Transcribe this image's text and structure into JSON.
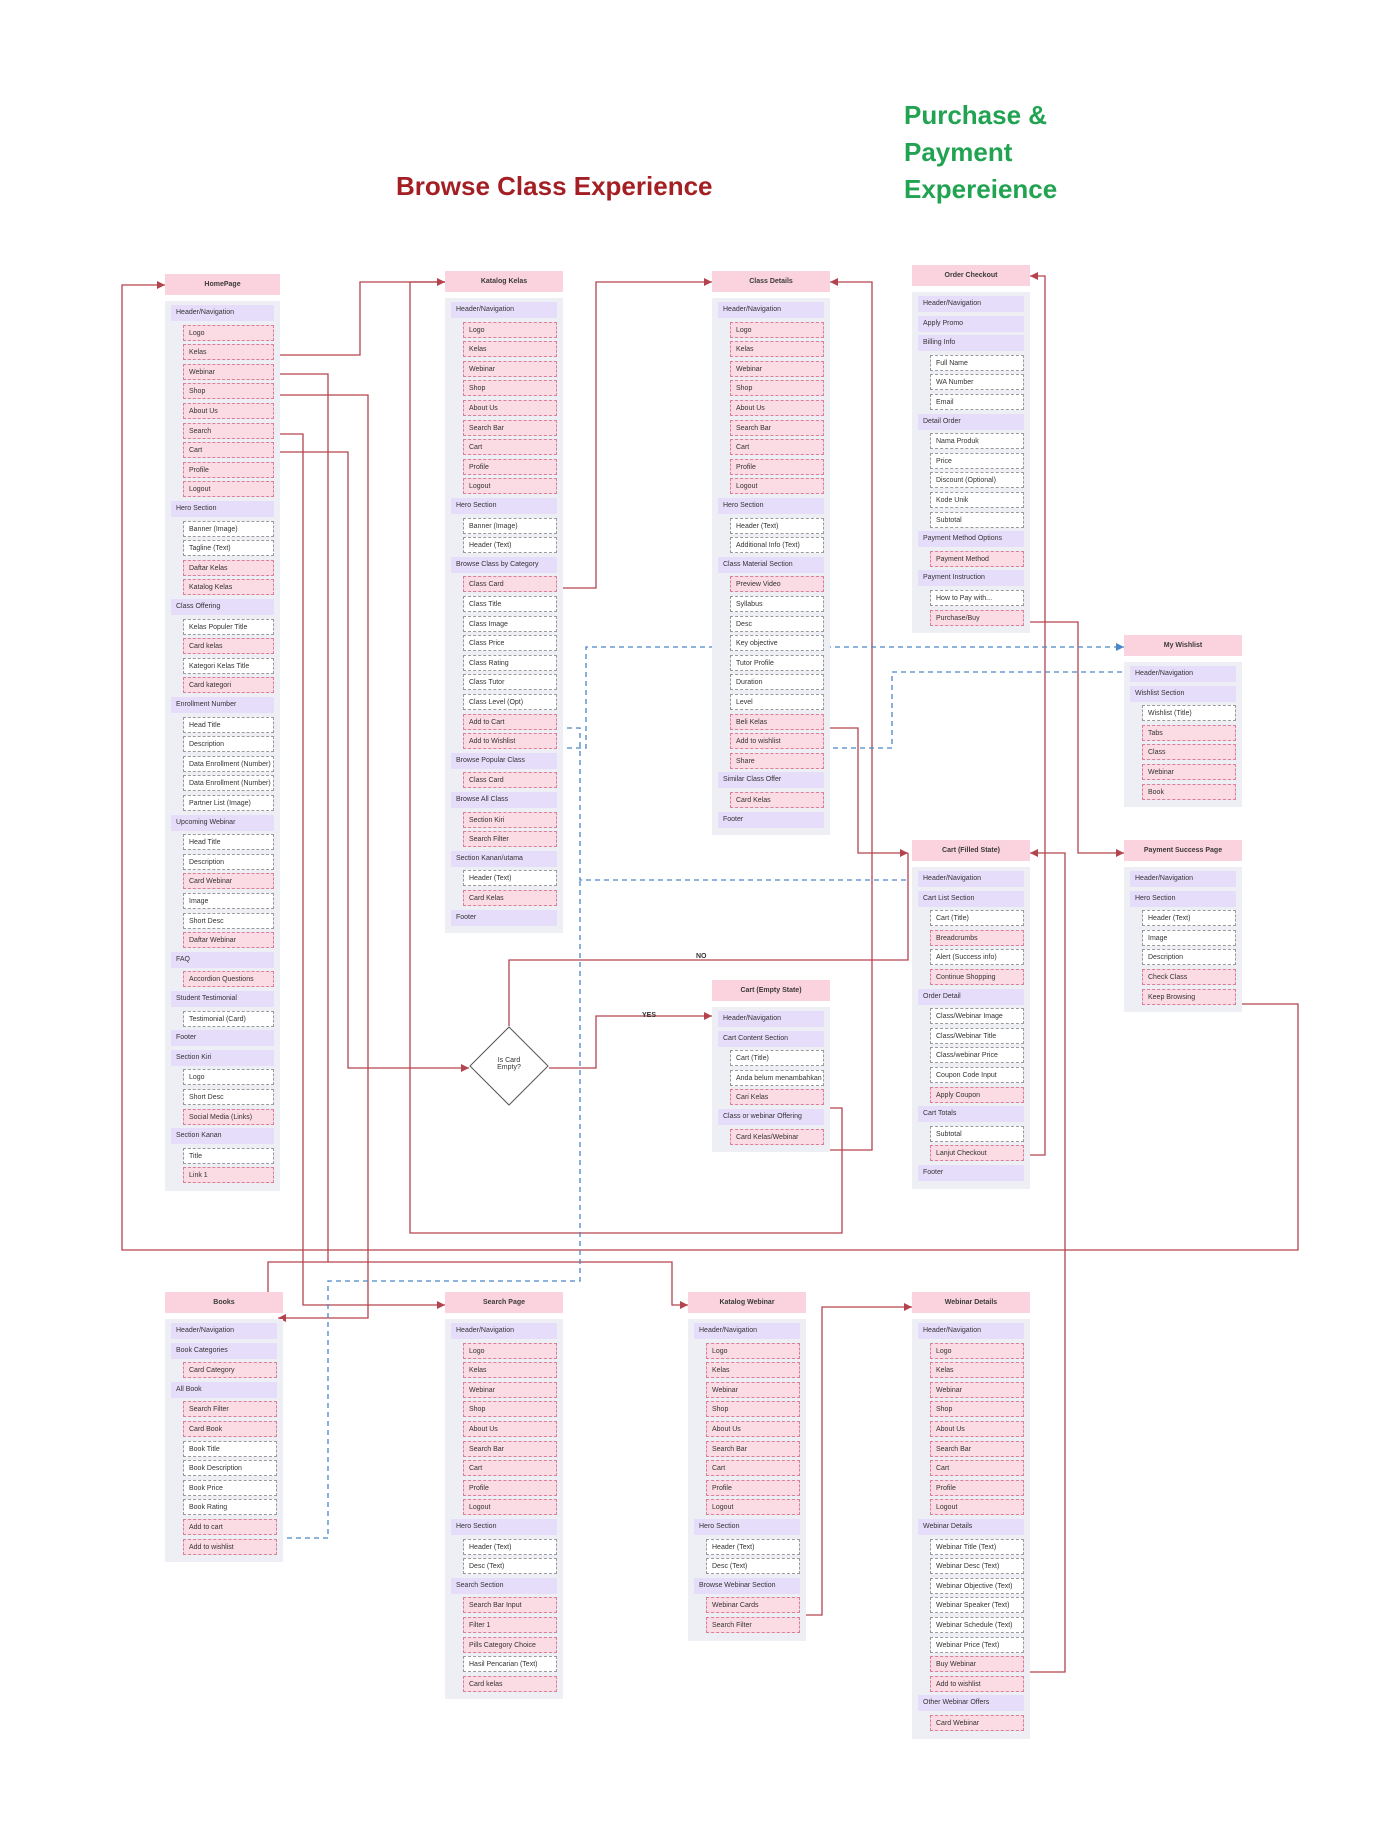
{
  "titles": {
    "browse": "Browse Class Experience",
    "purchase_lines": [
      "Purchase &",
      "Payment",
      "Expereience"
    ]
  },
  "colors": {
    "browse": "#a31f24",
    "purchase": "#21a352",
    "header": "#fbd3de",
    "group": "#e6ddfb",
    "pink": "#fbdbe4",
    "flow": "#b5434e",
    "dashed": "#4a86c8"
  },
  "decision": {
    "text": [
      "Is Card",
      "Empty?"
    ],
    "yes": "YES",
    "no": "NO"
  },
  "sections": [
    {
      "id": "homepage",
      "title": "HomePage",
      "items": [
        [
          "g",
          "Header/Navigation"
        ],
        [
          "p",
          "Logo"
        ],
        [
          "p",
          "Kelas"
        ],
        [
          "p",
          "Webinar"
        ],
        [
          "p",
          "Shop"
        ],
        [
          "p",
          "About Us"
        ],
        [
          "p",
          "Search"
        ],
        [
          "p",
          "Cart"
        ],
        [
          "p",
          "Profile"
        ],
        [
          "p",
          "Logout"
        ],
        [
          "g",
          "Hero Section"
        ],
        [
          "w",
          "Banner (Image)"
        ],
        [
          "w",
          "Tagline (Text)"
        ],
        [
          "p",
          "Daftar Kelas"
        ],
        [
          "p",
          "Katalog Kelas"
        ],
        [
          "g",
          "Class Offering"
        ],
        [
          "w",
          "Kelas Populer Title"
        ],
        [
          "p",
          "Card kelas"
        ],
        [
          "w",
          "Kategori Kelas Title"
        ],
        [
          "p",
          "Card kategori"
        ],
        [
          "g",
          "Enrollment Number"
        ],
        [
          "w",
          "Head Title"
        ],
        [
          "w",
          "Description"
        ],
        [
          "w",
          "Data Enrollment (Number)"
        ],
        [
          "w",
          "Data Enrollment (Number)"
        ],
        [
          "w",
          "Partner List (Image)"
        ],
        [
          "g",
          "Upcoming Webinar"
        ],
        [
          "w",
          "Head Title"
        ],
        [
          "w",
          "Description"
        ],
        [
          "p",
          "Card Webinar"
        ],
        [
          "w",
          "Image"
        ],
        [
          "w",
          "Short Desc"
        ],
        [
          "p",
          "Daftar Webinar"
        ],
        [
          "g",
          "FAQ"
        ],
        [
          "p",
          "Accordion Questions"
        ],
        [
          "g",
          "Student Testimonial"
        ],
        [
          "w",
          "Testimonial (Card)"
        ],
        [
          "g",
          "Footer"
        ],
        [
          "g",
          "Section Kiri"
        ],
        [
          "w",
          "Logo"
        ],
        [
          "w",
          "Short Desc"
        ],
        [
          "p",
          "Social Media (Links)"
        ],
        [
          "g",
          "Section Kanan"
        ],
        [
          "w",
          "Title"
        ],
        [
          "p",
          "Link 1"
        ]
      ]
    },
    {
      "id": "katalog-kelas",
      "title": "Katalog Kelas",
      "items": [
        [
          "g",
          "Header/Navigation"
        ],
        [
          "p",
          "Logo"
        ],
        [
          "p",
          "Kelas"
        ],
        [
          "p",
          "Webinar"
        ],
        [
          "p",
          "Shop"
        ],
        [
          "p",
          "About Us"
        ],
        [
          "p",
          "Search Bar"
        ],
        [
          "p",
          "Cart"
        ],
        [
          "p",
          "Profile"
        ],
        [
          "p",
          "Logout"
        ],
        [
          "g",
          "Hero Section"
        ],
        [
          "w",
          "Banner (Image)"
        ],
        [
          "w",
          "Header (Text)"
        ],
        [
          "g",
          "Browse Class by Category"
        ],
        [
          "p",
          "Class Card"
        ],
        [
          "w",
          "Class Title"
        ],
        [
          "w",
          "Class Image"
        ],
        [
          "w",
          "Class Price"
        ],
        [
          "w",
          "Class Rating"
        ],
        [
          "w",
          "Class Tutor"
        ],
        [
          "w",
          "Class Level (Opt)"
        ],
        [
          "p",
          "Add to Cart"
        ],
        [
          "p",
          "Add to Wishlist"
        ],
        [
          "g",
          "Browse Popular Class"
        ],
        [
          "p",
          "Class Card"
        ],
        [
          "g",
          "Browse All Class"
        ],
        [
          "p",
          "Section Kiri"
        ],
        [
          "p",
          "Search Filter"
        ],
        [
          "g",
          "Section Kanan/utama"
        ],
        [
          "w",
          "Header (Text)"
        ],
        [
          "p",
          "Card Kelas"
        ],
        [
          "g",
          "Footer"
        ]
      ]
    },
    {
      "id": "class-details",
      "title": "Class Details",
      "items": [
        [
          "g",
          "Header/Navigation"
        ],
        [
          "p",
          "Logo"
        ],
        [
          "p",
          "Kelas"
        ],
        [
          "p",
          "Webinar"
        ],
        [
          "p",
          "Shop"
        ],
        [
          "p",
          "About Us"
        ],
        [
          "p",
          "Search Bar"
        ],
        [
          "p",
          "Cart"
        ],
        [
          "p",
          "Profile"
        ],
        [
          "p",
          "Logout"
        ],
        [
          "g",
          "Hero Section"
        ],
        [
          "w",
          "Header (Text)"
        ],
        [
          "w",
          "Additional Info (Text)"
        ],
        [
          "g",
          "Class Material Section"
        ],
        [
          "p",
          "Preview Video"
        ],
        [
          "w",
          "Syllabus"
        ],
        [
          "w",
          "Desc"
        ],
        [
          "w",
          "Key objective"
        ],
        [
          "w",
          "Tutor Profile"
        ],
        [
          "w",
          "Duration"
        ],
        [
          "w",
          "Level"
        ],
        [
          "p",
          "Beli Kelas"
        ],
        [
          "p",
          "Add to wishlist"
        ],
        [
          "p",
          "Share"
        ],
        [
          "g",
          "Similar Class Offer"
        ],
        [
          "p",
          "Card Kelas"
        ],
        [
          "g",
          "Footer"
        ]
      ]
    },
    {
      "id": "order-checkout",
      "title": "Order Checkout",
      "items": [
        [
          "g",
          "Header/Navigation"
        ],
        [
          "g",
          "Apply Promo"
        ],
        [
          "g",
          "Billing Info"
        ],
        [
          "w",
          "Full Name"
        ],
        [
          "w",
          "WA Number"
        ],
        [
          "w",
          "Email"
        ],
        [
          "g",
          "Detail Order"
        ],
        [
          "w",
          "Nama Produk"
        ],
        [
          "w",
          "Price"
        ],
        [
          "w",
          "Discount (Optional)"
        ],
        [
          "w",
          "Kode Unik"
        ],
        [
          "w",
          "Subtotal"
        ],
        [
          "g",
          "Payment Method Options"
        ],
        [
          "p",
          "Payment Method"
        ],
        [
          "g",
          "Payment Instruction"
        ],
        [
          "w",
          "How to Pay with..."
        ],
        [
          "p",
          "Purchase/Buy"
        ]
      ]
    },
    {
      "id": "my-wishlist",
      "title": "My Wishlist",
      "items": [
        [
          "g",
          "Header/Navigation"
        ],
        [
          "g",
          "Wishlist Section"
        ],
        [
          "w",
          "Wishlist (Title)"
        ],
        [
          "p",
          "Tabs"
        ],
        [
          "p",
          "Class"
        ],
        [
          "p",
          "Webinar"
        ],
        [
          "p",
          "Book"
        ]
      ]
    },
    {
      "id": "cart-filled",
      "title": "Cart (Filled State)",
      "items": [
        [
          "g",
          "Header/Navigation"
        ],
        [
          "g",
          "Cart List Section"
        ],
        [
          "w",
          "Cart (Title)"
        ],
        [
          "p",
          "Breadcrumbs"
        ],
        [
          "w",
          "Alert (Success info)"
        ],
        [
          "p",
          "Continue Shopping"
        ],
        [
          "g",
          "Order Detail"
        ],
        [
          "w",
          "Class/Webinar Image"
        ],
        [
          "w",
          "Class/Webinar Title"
        ],
        [
          "w",
          "Class/webinar Price"
        ],
        [
          "w",
          "Coupon Code Input"
        ],
        [
          "p",
          "Apply Coupon"
        ],
        [
          "g",
          "Cart Totals"
        ],
        [
          "w",
          "Subtotal"
        ],
        [
          "p",
          "Lanjut Checkout"
        ],
        [
          "g",
          "Footer"
        ]
      ]
    },
    {
      "id": "payment-success",
      "title": "Payment Success Page",
      "items": [
        [
          "g",
          "Header/Navigation"
        ],
        [
          "g",
          "Hero Section"
        ],
        [
          "w",
          "Header (Text)"
        ],
        [
          "w",
          "Image"
        ],
        [
          "w",
          "Description"
        ],
        [
          "p",
          "Check Class"
        ],
        [
          "p",
          "Keep Browsing"
        ]
      ]
    },
    {
      "id": "cart-empty",
      "title": "Cart (Empty State)",
      "items": [
        [
          "g",
          "Header/Navigation"
        ],
        [
          "g",
          "Cart Content Section"
        ],
        [
          "w",
          "Cart (Title)"
        ],
        [
          "w",
          "Anda belum menambahkan kelas ke cart (Text)"
        ],
        [
          "p",
          "Cari Kelas"
        ],
        [
          "g",
          "Class or webinar Offering"
        ],
        [
          "p",
          "Card Kelas/Webinar"
        ]
      ]
    },
    {
      "id": "books",
      "title": "Books",
      "items": [
        [
          "g",
          "Header/Navigation"
        ],
        [
          "g",
          "Book Categories"
        ],
        [
          "p",
          "Card Category"
        ],
        [
          "g",
          "All Book"
        ],
        [
          "p",
          "Search Filter"
        ],
        [
          "p",
          "Card Book"
        ],
        [
          "w",
          "Book Title"
        ],
        [
          "w",
          "Book Description"
        ],
        [
          "w",
          "Book Price"
        ],
        [
          "w",
          "Book Rating"
        ],
        [
          "p",
          "Add to cart"
        ],
        [
          "p",
          "Add to wishlist"
        ]
      ]
    },
    {
      "id": "search-page",
      "title": "Search Page",
      "items": [
        [
          "g",
          "Header/Navigation"
        ],
        [
          "p",
          "Logo"
        ],
        [
          "p",
          "Kelas"
        ],
        [
          "p",
          "Webinar"
        ],
        [
          "p",
          "Shop"
        ],
        [
          "p",
          "About Us"
        ],
        [
          "p",
          "Search Bar"
        ],
        [
          "p",
          "Cart"
        ],
        [
          "p",
          "Profile"
        ],
        [
          "p",
          "Logout"
        ],
        [
          "g",
          "Hero Section"
        ],
        [
          "w",
          "Header (Text)"
        ],
        [
          "w",
          "Desc (Text)"
        ],
        [
          "g",
          "Search Section"
        ],
        [
          "p",
          "Search Bar Input"
        ],
        [
          "p",
          "Filter 1"
        ],
        [
          "p",
          "Pills Category Choice"
        ],
        [
          "w",
          "Hasil Pencarian (Text)"
        ],
        [
          "p",
          "Card kelas"
        ]
      ]
    },
    {
      "id": "katalog-webinar",
      "title": "Katalog Webinar",
      "items": [
        [
          "g",
          "Header/Navigation"
        ],
        [
          "p",
          "Logo"
        ],
        [
          "p",
          "Kelas"
        ],
        [
          "p",
          "Webinar"
        ],
        [
          "p",
          "Shop"
        ],
        [
          "p",
          "About Us"
        ],
        [
          "p",
          "Search Bar"
        ],
        [
          "p",
          "Cart"
        ],
        [
          "p",
          "Profile"
        ],
        [
          "p",
          "Logout"
        ],
        [
          "g",
          "Hero Section"
        ],
        [
          "w",
          "Header (Text)"
        ],
        [
          "w",
          "Desc (Text)"
        ],
        [
          "g",
          "Browse Webinar Section"
        ],
        [
          "p",
          "Webinar Cards"
        ],
        [
          "p",
          "Search Filter"
        ]
      ]
    },
    {
      "id": "webinar-details",
      "title": "Webinar Details",
      "items": [
        [
          "g",
          "Header/Navigation"
        ],
        [
          "p",
          "Logo"
        ],
        [
          "p",
          "Kelas"
        ],
        [
          "p",
          "Webinar"
        ],
        [
          "p",
          "Shop"
        ],
        [
          "p",
          "About Us"
        ],
        [
          "p",
          "Search Bar"
        ],
        [
          "p",
          "Cart"
        ],
        [
          "p",
          "Profile"
        ],
        [
          "p",
          "Logout"
        ],
        [
          "g",
          "Webinar Details"
        ],
        [
          "w",
          "Webinar Title (Text)"
        ],
        [
          "w",
          "Webinar Desc (Text)"
        ],
        [
          "w",
          "Webinar Objective (Text)"
        ],
        [
          "w",
          "Webinar Speaker (Text)"
        ],
        [
          "w",
          "Webinar Schedule (Text)"
        ],
        [
          "w",
          "Webinar Price (Text)"
        ],
        [
          "p",
          "Buy Webinar"
        ],
        [
          "p",
          "Add to wishlist"
        ],
        [
          "g",
          "Other Webinar Offers"
        ],
        [
          "p",
          "Card Webinar"
        ]
      ]
    }
  ]
}
